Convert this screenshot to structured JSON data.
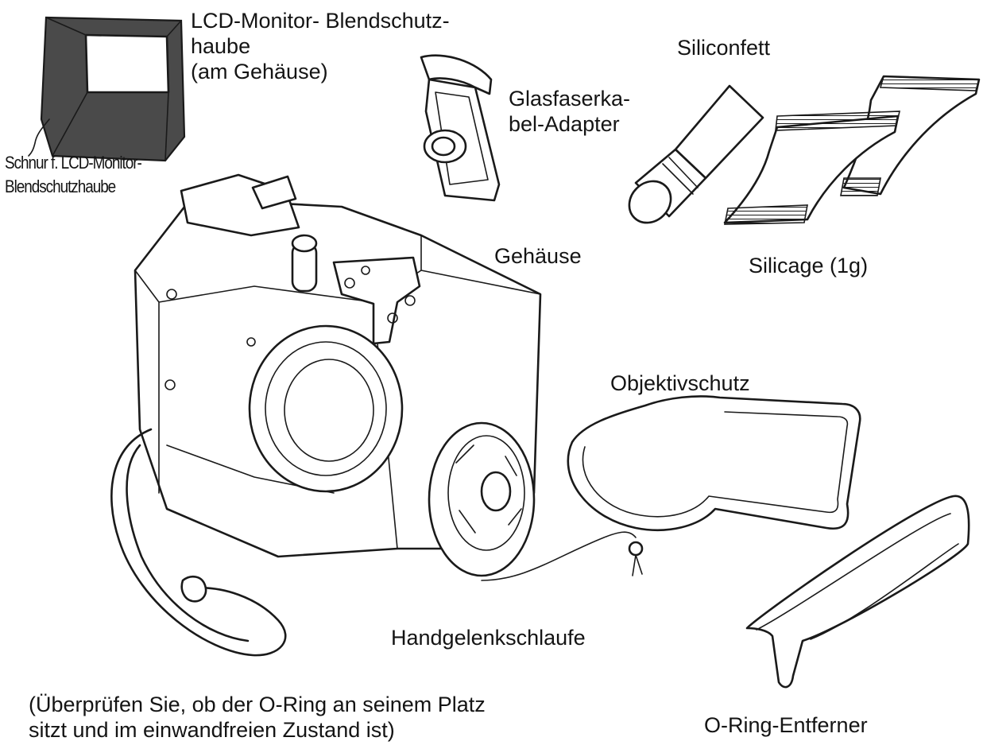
{
  "labels": {
    "lcd_hood": [
      "LCD-Monitor- Blendschutz-",
      "haube",
      "(am Gehäuse)"
    ],
    "hood_cord": [
      "Schnur f. LCD-Monitor-",
      "Blendschutzhaube"
    ],
    "fiber_adapter": [
      "Glasfaserka-",
      "bel-Adapter"
    ],
    "silicone_grease": "Siliconfett",
    "housing": "Gehäuse",
    "silica_gel": "Silicage (1g)",
    "lens_cap": "Objektivschutz",
    "wrist_strap": "Handgelenkschlaufe",
    "oring_note": [
      "(Überprüfen Sie, ob der O-Ring an seinem Platz",
      "sitzt und im einwandfreien Zustand ist)"
    ],
    "oring_remover": "O-Ring-Entferner"
  }
}
